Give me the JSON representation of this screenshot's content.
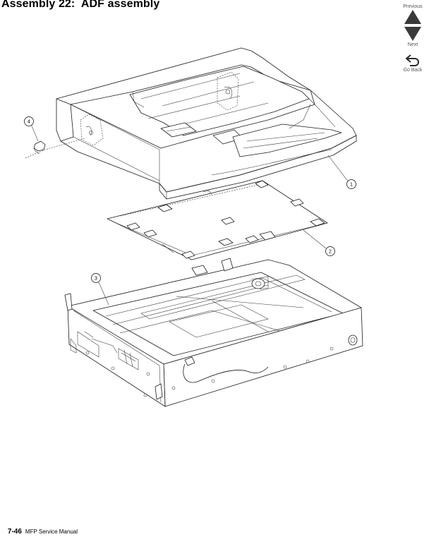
{
  "title": "Assembly 22:  ADF assembly",
  "nav": {
    "previous": "Previous",
    "next": "Next",
    "go_back": "Go Back"
  },
  "callouts": [
    "1",
    "2",
    "3",
    "4"
  ],
  "footer": {
    "page": "7-46",
    "manual": "MFP Service Manual"
  }
}
